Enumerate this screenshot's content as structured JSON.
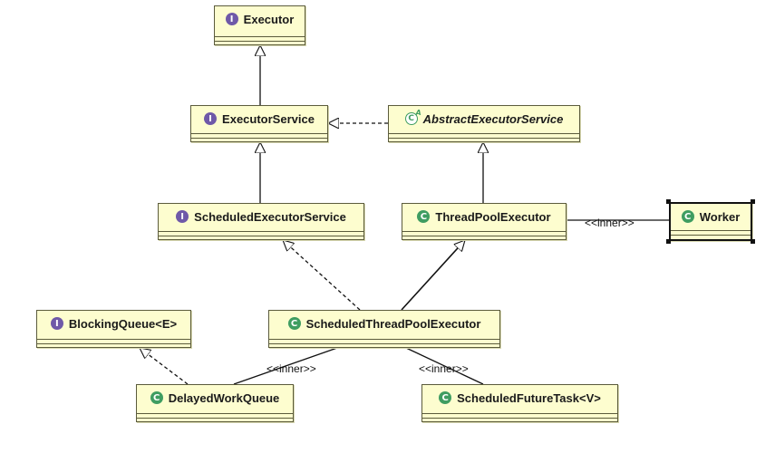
{
  "diagram": {
    "nodes": {
      "executor": {
        "label": "Executor",
        "kind": "interface",
        "icon": "interface-icon"
      },
      "executor_service": {
        "label": "ExecutorService",
        "kind": "interface",
        "icon": "interface-icon"
      },
      "abstract_executor_service": {
        "label": "AbstractExecutorService",
        "kind": "abstract-class",
        "icon": "abstract-class-icon"
      },
      "scheduled_executor_service": {
        "label": "ScheduledExecutorService",
        "kind": "interface",
        "icon": "interface-icon"
      },
      "thread_pool_executor": {
        "label": "ThreadPoolExecutor",
        "kind": "class",
        "icon": "class-icon"
      },
      "worker": {
        "label": "Worker",
        "kind": "class",
        "icon": "class-icon",
        "selected": true
      },
      "blocking_queue": {
        "label": "BlockingQueue<E>",
        "kind": "interface",
        "icon": "interface-icon"
      },
      "scheduled_thread_pool_executor": {
        "label": "ScheduledThreadPoolExecutor",
        "kind": "class",
        "icon": "class-icon"
      },
      "delayed_work_queue": {
        "label": "DelayedWorkQueue",
        "kind": "class",
        "icon": "class-icon"
      },
      "scheduled_future_task": {
        "label": "ScheduledFutureTask<V>",
        "kind": "class",
        "icon": "class-icon"
      }
    },
    "edges": {
      "es_to_executor": {
        "type": "extends"
      },
      "aes_to_es": {
        "type": "implements"
      },
      "ses_to_es": {
        "type": "extends"
      },
      "tpe_to_aes": {
        "type": "extends"
      },
      "tpe_worker": {
        "type": "inner",
        "label": "<<inner>>"
      },
      "stpe_to_ses": {
        "type": "implements"
      },
      "stpe_to_tpe": {
        "type": "extends"
      },
      "dwq_to_bq": {
        "type": "implements"
      },
      "stpe_dwq": {
        "type": "inner",
        "label": "<<inner>>"
      },
      "stpe_sft": {
        "type": "inner",
        "label": "<<inner>>"
      }
    },
    "colors": {
      "box_fill": "#fdfdcf",
      "box_border": "#5b5b3c",
      "interface_icon": "#6f59a8",
      "class_icon": "#3f9d61",
      "line": "#111111"
    }
  }
}
